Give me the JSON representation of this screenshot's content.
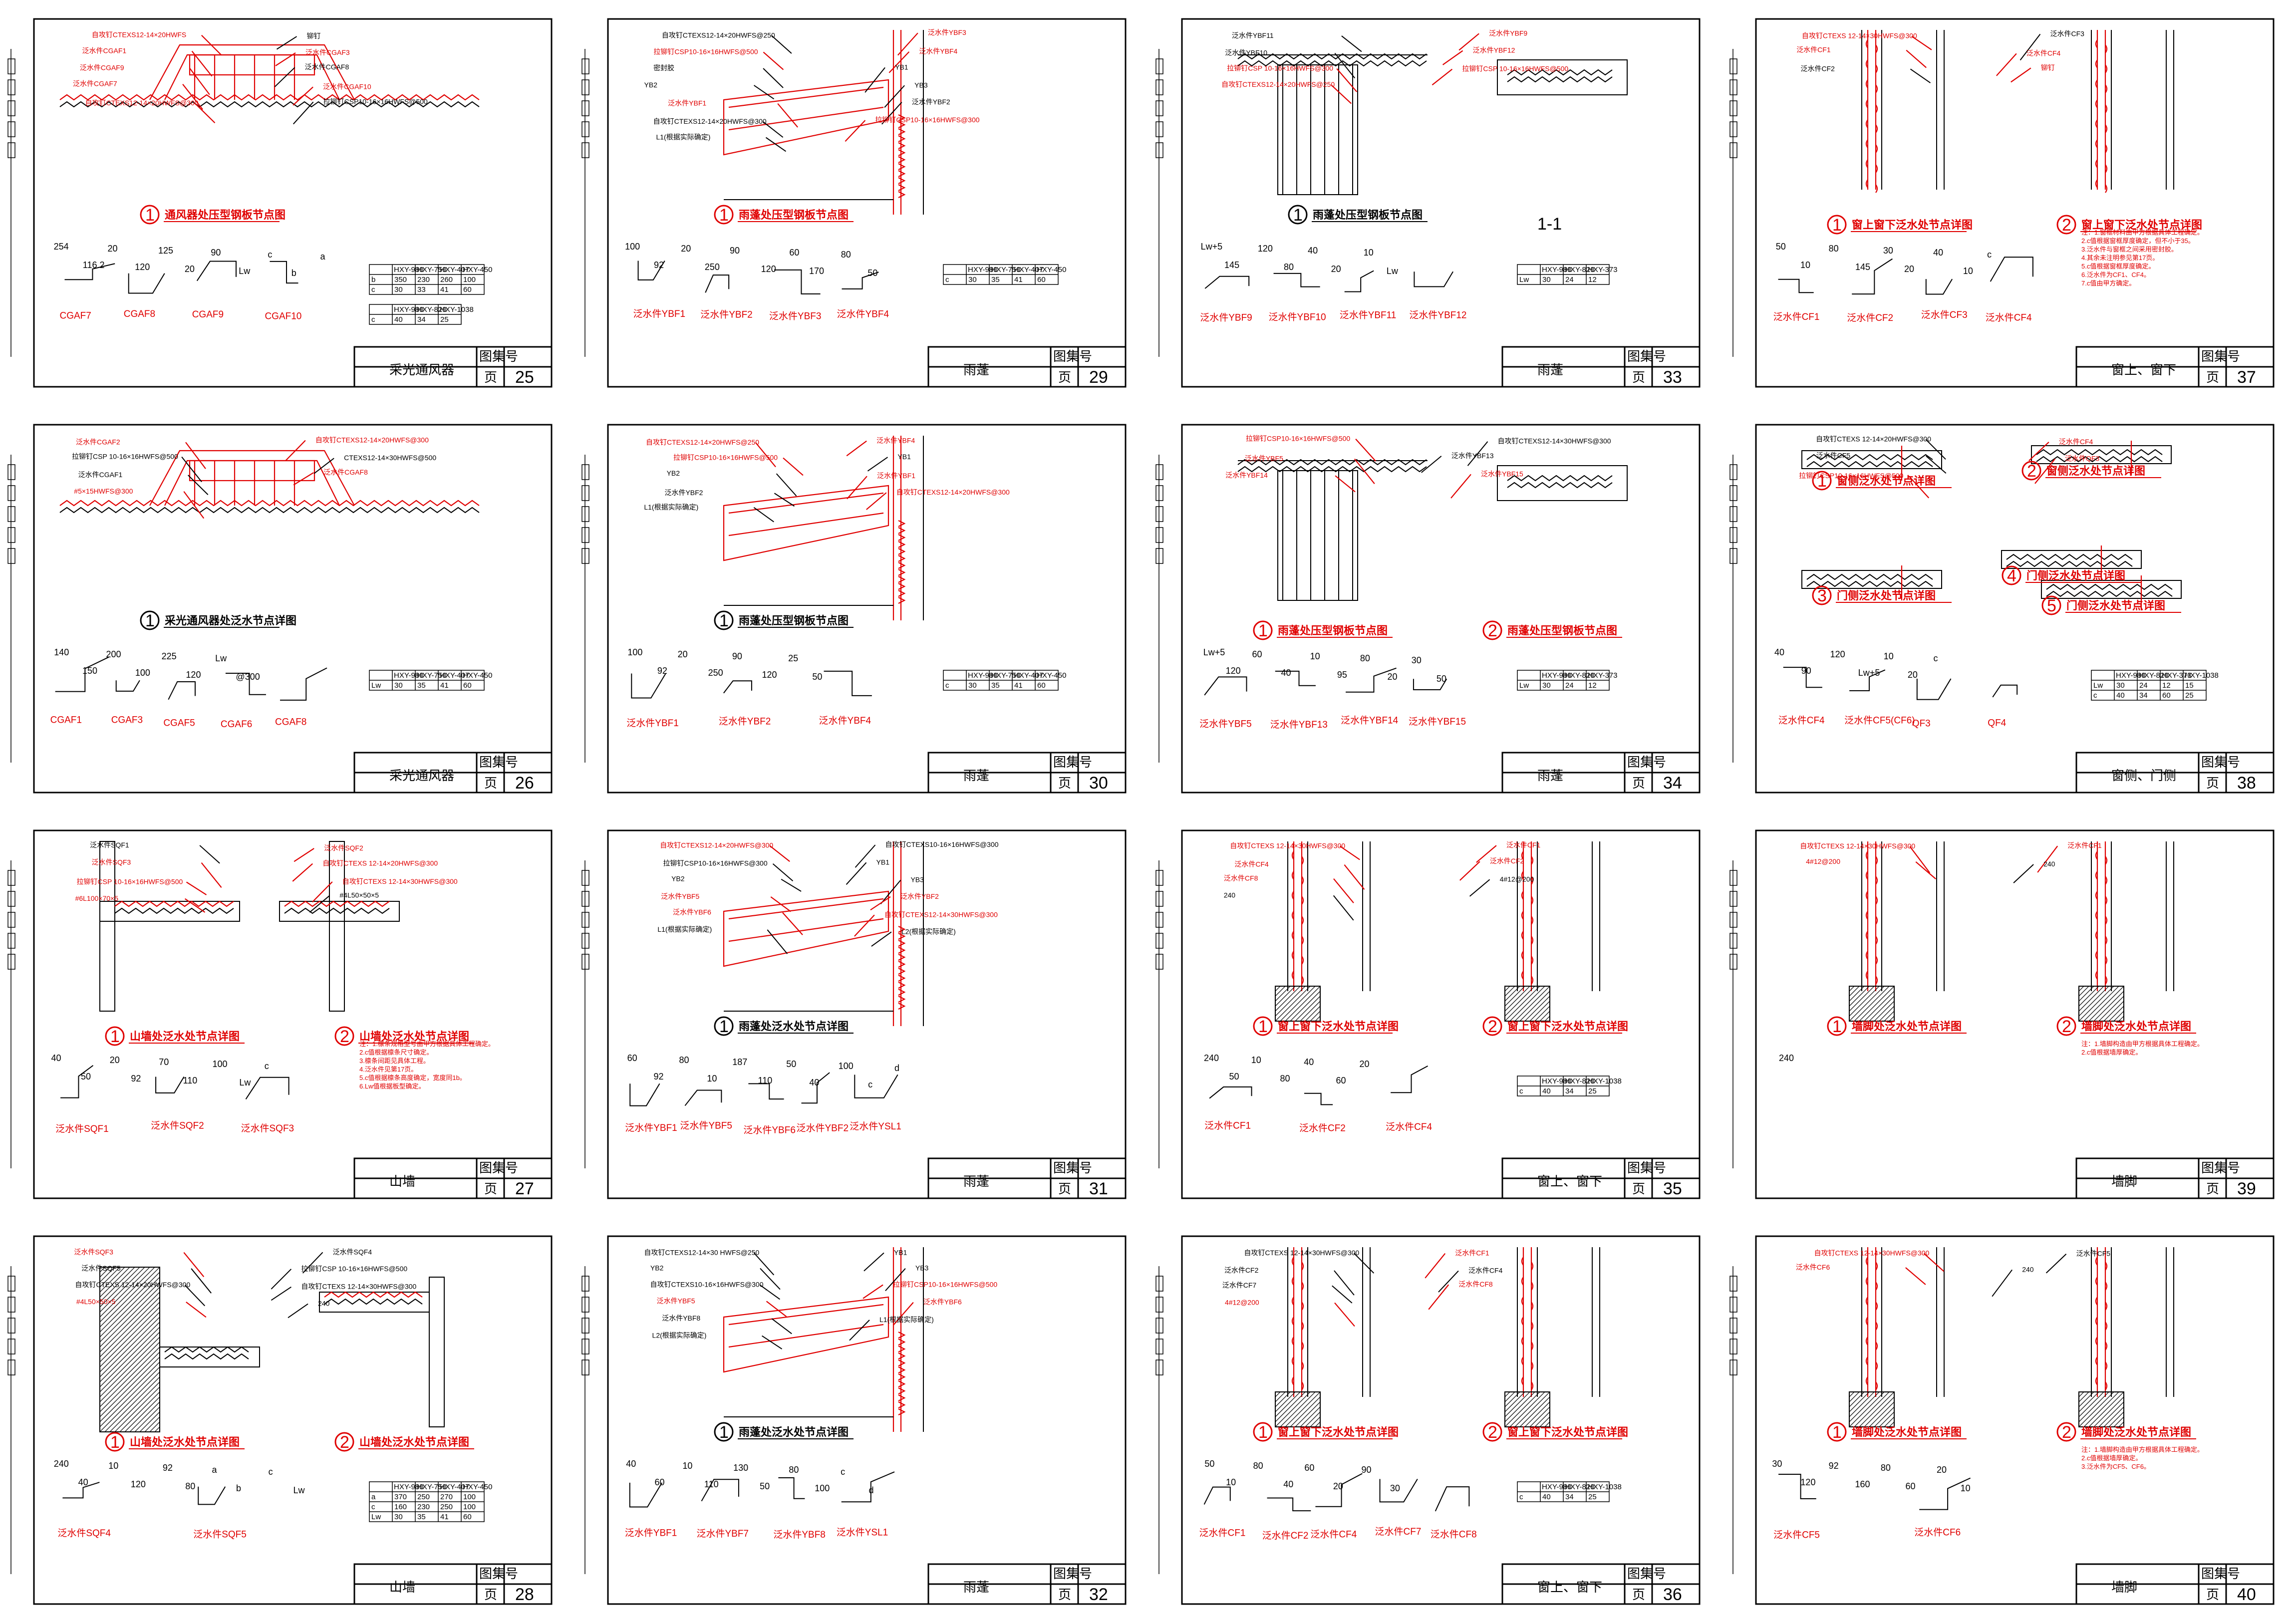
{
  "title_block_labels": {
    "drawing_no": "图集号",
    "page": "页"
  },
  "sheets": [
    {
      "id": "s25",
      "title": "采光通风器",
      "page": "25",
      "callouts": [
        {
          "num": "1",
          "caption": "通风器处压型钢板节点图"
        }
      ],
      "labels": [
        "自攻钉CTEXS12-14×20HWFS",
        "铆钉",
        "泛水件CGAF1",
        "泛水件CGAF3",
        "泛水件CGAF9",
        "泛水件CGAF8",
        "泛水件CGAF7",
        "泛水件CGAF10",
        "自攻钉CTEXS12-14×20HWFS@300",
        "拉铆钉CSP10-16×16HWFS@500"
      ],
      "profiles": [
        "CGAF7",
        "CGAF8",
        "CGAF9",
        "CGAF10"
      ],
      "dims": [
        "254",
        "116.2",
        "20",
        "120",
        "125",
        "20",
        "90",
        "Lw",
        "c",
        "b",
        "a"
      ],
      "table1": {
        "header": [
          "",
          "HXY-980",
          "HXY-750",
          "HXY-407",
          "HXY-450"
        ],
        "rows": [
          [
            "b",
            "350",
            "230",
            "260",
            "100"
          ],
          [
            "c",
            "30",
            "33",
            "41",
            "60"
          ]
        ]
      },
      "table2": {
        "header": [
          "",
          "HXY-980",
          "HXY-820",
          "HXY-1038"
        ],
        "rows": [
          [
            "c",
            "40",
            "34",
            "25"
          ]
        ]
      }
    },
    {
      "id": "s29",
      "title": "雨蓬",
      "page": "29",
      "callouts": [
        {
          "num": "1",
          "caption": "雨蓬处压型钢板节点图"
        }
      ],
      "labels": [
        "自攻钉CTEXS12-14×20HWFS@250",
        "泛水件YBF3",
        "拉铆钉CSP10-16×16HWFS@500",
        "泛水件YBF4",
        "密封胶",
        "YB1",
        "YB2",
        "YB3",
        "泛水件YBF1",
        "泛水件YBF2",
        "自攻钉CTEXS12-14×20HWFS@300",
        "拉铆钉CSP10-16×16HWFS@300",
        "L1(根据实际确定)"
      ],
      "profiles": [
        "泛水件YBF1",
        "泛水件YBF2",
        "泛水件YBF3",
        "泛水件YBF4"
      ],
      "dims": [
        "100",
        "92",
        "20",
        "250",
        "90",
        "120",
        "60",
        "170",
        "80",
        "50"
      ],
      "table1": {
        "header": [
          "",
          "HXY-980",
          "HXY-750",
          "HXY-407",
          "HXY-450"
        ],
        "rows": [
          [
            "c",
            "30",
            "35",
            "41",
            "60"
          ]
        ]
      }
    },
    {
      "id": "s33",
      "title": "雨蓬",
      "page": "33",
      "callouts": [
        {
          "num": "1",
          "caption": "雨蓬处压型钢板节点图"
        }
      ],
      "section_label": "1-1",
      "labels": [
        "泛水件YBF11",
        "泛水件YBF9",
        "泛水件YBF10",
        "泛水件YBF12",
        "拉铆钉CSP 10-16×16HWFS@300",
        "拉铆钉CSP 10-16×16HWFS@500",
        "自攻钉CTEXS12-14×20HWFS@250"
      ],
      "profiles": [
        "泛水件YBF9",
        "泛水件YBF10",
        "泛水件YBF11",
        "泛水件YBF12"
      ],
      "dims": [
        "Lw+5",
        "145",
        "120",
        "80",
        "40",
        "20",
        "10",
        "Lw"
      ],
      "table1": {
        "header": [
          "",
          "HXY-980",
          "HXY-820",
          "HXY-373"
        ],
        "rows": [
          [
            "Lw",
            "30",
            "24",
            "12"
          ]
        ]
      }
    },
    {
      "id": "s37",
      "title": "窗上、窗下",
      "page": "37",
      "callouts": [
        {
          "num": "1",
          "caption": "窗上窗下泛水处节点详图"
        },
        {
          "num": "2",
          "caption": "窗上窗下泛水处节点详图"
        }
      ],
      "labels": [
        "自攻钉CTEXS 12-14×30HWFS@300",
        "泛水件CF3",
        "泛水件CF1",
        "泛水件CF4",
        "泛水件CF2",
        "铆钉"
      ],
      "profiles": [
        "泛水件CF1",
        "泛水件CF2",
        "泛水件CF3",
        "泛水件CF4"
      ],
      "dims": [
        "50",
        "10",
        "80",
        "145",
        "30",
        "20",
        "40",
        "10",
        "c"
      ],
      "notes": [
        "注：1.窗框材料由甲方根据具体工程确定。",
        "2.c值根据窗框厚度确定，但不小于35。",
        "3.泛水件与窗框之间采用密封胶。",
        "4.其余未注明参见第17页。",
        "5.c值根据窗框厚度确定。",
        "6.泛水件为CF1、CF4。",
        "7.c值由甲方确定。"
      ]
    },
    {
      "id": "s26",
      "title": "采光通风器",
      "page": "26",
      "callouts": [
        {
          "num": "1",
          "caption": "采光通风器处泛水节点详图"
        }
      ],
      "labels": [
        "泛水件CGAF2",
        "自攻钉CTEXS12-14×20HWFS@300",
        "拉铆钉CSP 10-16×16HWFS@500",
        "CTEXS12-14×30HWFS@500",
        "泛水件CGAF1",
        "泛水件CGAF8",
        "#5×15HWFS@300"
      ],
      "profiles": [
        "CGAF1",
        "CGAF3",
        "CGAF5",
        "CGAF6",
        "CGAF8"
      ],
      "dims": [
        "140",
        "150",
        "200",
        "100",
        "225",
        "120",
        "Lw",
        "@300"
      ],
      "table1": {
        "header": [
          "",
          "HXY-980",
          "HXY-750",
          "HXY-407",
          "HXY-450"
        ],
        "rows": [
          [
            "Lw",
            "30",
            "35",
            "41",
            "60"
          ]
        ]
      }
    },
    {
      "id": "s30",
      "title": "雨蓬",
      "page": "30",
      "callouts": [
        {
          "num": "1",
          "caption": "雨蓬处压型钢板节点图"
        }
      ],
      "labels": [
        "自攻钉CTEXS12-14×20HWFS@250",
        "泛水件YBF4",
        "拉铆钉CSP10-16×16HWFS@500",
        "YB1",
        "YB2",
        "泛水件YBF1",
        "泛水件YBF2",
        "自攻钉CTEXS12-14×20HWFS@300",
        "L1(根据实际确定)"
      ],
      "profiles": [
        "泛水件YBF1",
        "泛水件YBF2",
        "泛水件YBF4"
      ],
      "dims": [
        "100",
        "92",
        "20",
        "250",
        "90",
        "120",
        "25",
        "50"
      ],
      "table1": {
        "header": [
          "",
          "HXY-980",
          "HXY-750",
          "HXY-407",
          "HXY-450"
        ],
        "rows": [
          [
            "c",
            "30",
            "35",
            "41",
            "60"
          ]
        ]
      }
    },
    {
      "id": "s34",
      "title": "雨蓬",
      "page": "34",
      "callouts": [
        {
          "num": "1",
          "caption": "雨蓬处压型钢板节点图"
        },
        {
          "num": "2",
          "caption": "雨蓬处压型钢板节点图"
        }
      ],
      "labels": [
        "拉铆钉CSP10-16×16HWFS@500",
        "自攻钉CTEXS12-14×30HWFS@300",
        "泛水件YBF5",
        "泛水件YBF13",
        "泛水件YBF14",
        "泛水件YBF15"
      ],
      "profiles": [
        "泛水件YBF5",
        "泛水件YBF13",
        "泛水件YBF14",
        "泛水件YBF15"
      ],
      "dims": [
        "Lw+5",
        "120",
        "60",
        "40",
        "10",
        "95",
        "80",
        "20",
        "30",
        "50"
      ],
      "table1": {
        "header": [
          "",
          "HXY-980",
          "HXY-820",
          "HXY-373"
        ],
        "rows": [
          [
            "Lw",
            "30",
            "24",
            "12"
          ]
        ]
      }
    },
    {
      "id": "s38",
      "title": "窗侧、门侧",
      "page": "38",
      "callouts": [
        {
          "num": "1",
          "caption": "窗侧泛水处节点详图"
        },
        {
          "num": "2",
          "caption": "窗侧泛水处节点详图"
        },
        {
          "num": "3",
          "caption": "门侧泛水处节点详图"
        },
        {
          "num": "4",
          "caption": "门侧泛水处节点详图"
        },
        {
          "num": "5",
          "caption": "门侧泛水处节点详图"
        }
      ],
      "labels": [
        "自攻钉CTEXS 12-14×20HWFS@300",
        "泛水件CF4",
        "泛水件CF5",
        "泛水件QF3",
        "拉铆钉CSP10-16×16HWFS@500"
      ],
      "profiles": [
        "泛水件CF4",
        "泛水件CF5(CF6)",
        "QF3",
        "QF4"
      ],
      "dims": [
        "40",
        "90",
        "120",
        "Lw+5",
        "10",
        "20",
        "c"
      ],
      "table1": {
        "header": [
          "",
          "HXY-980",
          "HXY-820",
          "HXY-373",
          "HXY-1038"
        ],
        "rows": [
          [
            "Lw",
            "30",
            "24",
            "12",
            "15"
          ],
          [
            "c",
            "40",
            "34",
            "60",
            "25"
          ]
        ]
      }
    },
    {
      "id": "s27",
      "title": "山墙",
      "page": "27",
      "callouts": [
        {
          "num": "1",
          "caption": "山墙处泛水处节点详图"
        },
        {
          "num": "2",
          "caption": "山墙处泛水处节点详图"
        }
      ],
      "labels": [
        "泛水件SQF1",
        "泛水件SQF2",
        "泛水件SQF3",
        "自攻钉CTEXS 12-14×20HWFS@300",
        "拉铆钉CSP 10-16×16HWFS@500",
        "自攻钉CTEXS 12-14×30HWFS@300",
        "#6L100×70×5",
        "#4L50×50×5"
      ],
      "profiles": [
        "泛水件SQF1",
        "泛水件SQF2",
        "泛水件SQF3"
      ],
      "dims": [
        "40",
        "50",
        "20",
        "92",
        "70",
        "110",
        "100",
        "Lw",
        "c"
      ],
      "notes": [
        "注：1.檩条规格型号由甲方根据具体工程确定。",
        "2.c值根据檩条尺寸确定。",
        "3.檩条间距见具体工程。",
        "4.泛水件见第17页。",
        "5.c值根据檩条高度确定，宽度同1b。",
        "6.Lw值根据板型确定。"
      ]
    },
    {
      "id": "s31",
      "title": "雨蓬",
      "page": "31",
      "callouts": [
        {
          "num": "1",
          "caption": "雨蓬处泛水处节点详图"
        }
      ],
      "labels": [
        "自攻钉CTEXS12-14×20HWFS@300",
        "自攻钉CTEXS10-16×16HWFS@300",
        "拉铆钉CSP10-16×16HWFS@300",
        "YB1",
        "YB2",
        "YB3",
        "泛水件YBF5",
        "泛水件YBF2",
        "泛水件YBF6",
        "自攻钉CTEXS12-14×30HWFS@300",
        "L1(根据实际确定)",
        "L2(根据实际确定)"
      ],
      "profiles": [
        "泛水件YBF1",
        "泛水件YBF5",
        "泛水件YBF6",
        "泛水件YBF2",
        "泛水件YSL1"
      ],
      "dims": [
        "60",
        "92",
        "80",
        "10",
        "187",
        "110",
        "50",
        "40",
        "100",
        "c",
        "d"
      ]
    },
    {
      "id": "s35",
      "title": "窗上、窗下",
      "page": "35",
      "callouts": [
        {
          "num": "1",
          "caption": "窗上窗下泛水处节点详图"
        },
        {
          "num": "2",
          "caption": "窗上窗下泛水处节点详图"
        }
      ],
      "labels": [
        "自攻钉CTEXS 12-14×30HWFS@300",
        "泛水件CF1",
        "泛水件CF4",
        "泛水件CF2",
        "泛水件CF8",
        "4#12@200",
        "240"
      ],
      "profiles": [
        "泛水件CF1",
        "泛水件CF2",
        "泛水件CF4"
      ],
      "dims": [
        "240",
        "50",
        "10",
        "80",
        "40",
        "60",
        "20"
      ],
      "table1": {
        "header": [
          "",
          "HXY-980",
          "HXY-820",
          "HXY-1038"
        ],
        "rows": [
          [
            "c",
            "40",
            "34",
            "25"
          ]
        ]
      }
    },
    {
      "id": "s39",
      "title": "墙脚",
      "page": "39",
      "callouts": [
        {
          "num": "1",
          "caption": "墙脚处泛水处节点详图"
        },
        {
          "num": "2",
          "caption": "墙脚处泛水处节点详图"
        }
      ],
      "labels": [
        "自攻钉CTEXS 12-14×30HWFS@300",
        "泛水件CF1",
        "4#12@200",
        "240"
      ],
      "dims": [
        "240"
      ],
      "notes": [
        "注：1.墙脚构造由甲方根据具体工程确定。",
        "2.c值根据墙厚确定。"
      ]
    },
    {
      "id": "s28",
      "title": "山墙",
      "page": "28",
      "callouts": [
        {
          "num": "1",
          "caption": "山墙处泛水处节点详图"
        },
        {
          "num": "2",
          "caption": "山墙处泛水处节点详图"
        }
      ],
      "labels": [
        "泛水件SQF3",
        "泛水件SQF4",
        "泛水件SQF5",
        "拉铆钉CSP 10-16×16HWFS@500",
        "自攻钉CTEXS 12-14×20HWFS@300",
        "自攻钉CTEXS 12-14×30HWFS@300",
        "#4L50×50×5",
        "240"
      ],
      "profiles": [
        "泛水件SQF4",
        "泛水件SQF5"
      ],
      "dims": [
        "240",
        "40",
        "10",
        "120",
        "92",
        "80",
        "a",
        "b",
        "c",
        "Lw"
      ],
      "table1": {
        "header": [
          "",
          "HXY-980",
          "HXY-750",
          "HXY-407",
          "HXY-450"
        ],
        "rows": [
          [
            "a",
            "370",
            "250",
            "270",
            "100"
          ],
          [
            "c",
            "160",
            "230",
            "250",
            "100"
          ],
          [
            "Lw",
            "30",
            "35",
            "41",
            "60"
          ]
        ]
      }
    },
    {
      "id": "s32",
      "title": "雨蓬",
      "page": "32",
      "callouts": [
        {
          "num": "1",
          "caption": "雨蓬处泛水处节点详图"
        }
      ],
      "labels": [
        "自攻钉CTEXS12-14×30 HWFS@250",
        "YB1",
        "YB2",
        "YB3",
        "自攻钉CTEXS10-16×16HWFS@300",
        "拉铆钉CSP10-16×16HWFS@500",
        "泛水件YBF5",
        "泛水件YBF6",
        "泛水件YBF8",
        "L1(根据实际确定)",
        "L2(根据实际确定)"
      ],
      "profiles": [
        "泛水件YBF1",
        "泛水件YBF7",
        "泛水件YBF8",
        "泛水件YSL1"
      ],
      "dims": [
        "40",
        "60",
        "10",
        "110",
        "130",
        "50",
        "80",
        "100",
        "c",
        "d"
      ]
    },
    {
      "id": "s36",
      "title": "窗上、窗下",
      "page": "36",
      "callouts": [
        {
          "num": "1",
          "caption": "窗上窗下泛水处节点详图"
        },
        {
          "num": "2",
          "caption": "窗上窗下泛水处节点详图"
        }
      ],
      "labels": [
        "自攻钉CTEXS 12-14×30HWFS@300",
        "泛水件CF1",
        "泛水件CF2",
        "泛水件CF4",
        "泛水件CF7",
        "泛水件CF8",
        "4#12@200"
      ],
      "profiles": [
        "泛水件CF1",
        "泛水件CF2",
        "泛水件CF4",
        "泛水件CF7",
        "泛水件CF8"
      ],
      "dims": [
        "50",
        "10",
        "80",
        "40",
        "60",
        "20",
        "90",
        "30"
      ],
      "table1": {
        "header": [
          "",
          "HXY-980",
          "HXY-820",
          "HXY-1038"
        ],
        "rows": [
          [
            "c",
            "40",
            "34",
            "25"
          ]
        ]
      }
    },
    {
      "id": "s40",
      "title": "墙脚",
      "page": "40",
      "callouts": [
        {
          "num": "1",
          "caption": "墙脚处泛水处节点详图"
        },
        {
          "num": "2",
          "caption": "墙脚处泛水处节点详图"
        }
      ],
      "labels": [
        "自攻钉CTEXS 12-14×30HWFS@300",
        "泛水件CF5",
        "泛水件CF6",
        "240"
      ],
      "profiles": [
        "泛水件CF5",
        "泛水件CF6"
      ],
      "dims": [
        "30",
        "120",
        "92",
        "160",
        "80",
        "60",
        "20",
        "10"
      ],
      "notes": [
        "注：1.墙脚构造由甲方根据具体工程确定。",
        "2.c值根据墙厚确定。",
        "3.泛水件为CF5、CF6。"
      ]
    }
  ]
}
